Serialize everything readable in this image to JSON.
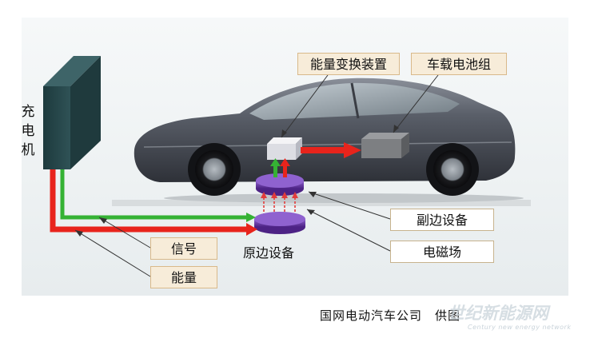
{
  "labels": {
    "charger": "充电机",
    "energy_converter": "能量变换装置",
    "battery_pack": "车载电池组",
    "secondary_device": "副边设备",
    "primary_device": "原边设备",
    "electromagnetic_field": "电磁场",
    "signal": "信号",
    "energy": "能量"
  },
  "credit": "国网电动汽车公司　供图",
  "watermark": {
    "text": "世纪新能源网",
    "subtext": "Century new energy network"
  },
  "colors": {
    "energy_arrow": "#e8241c",
    "signal_arrow": "#35b234",
    "coil": "#6a3aa8",
    "field_arrows": "#e23c3c",
    "charger_box": "#264447",
    "car_body": "#4b4f58",
    "tag_fill": "#f7ecd9"
  }
}
